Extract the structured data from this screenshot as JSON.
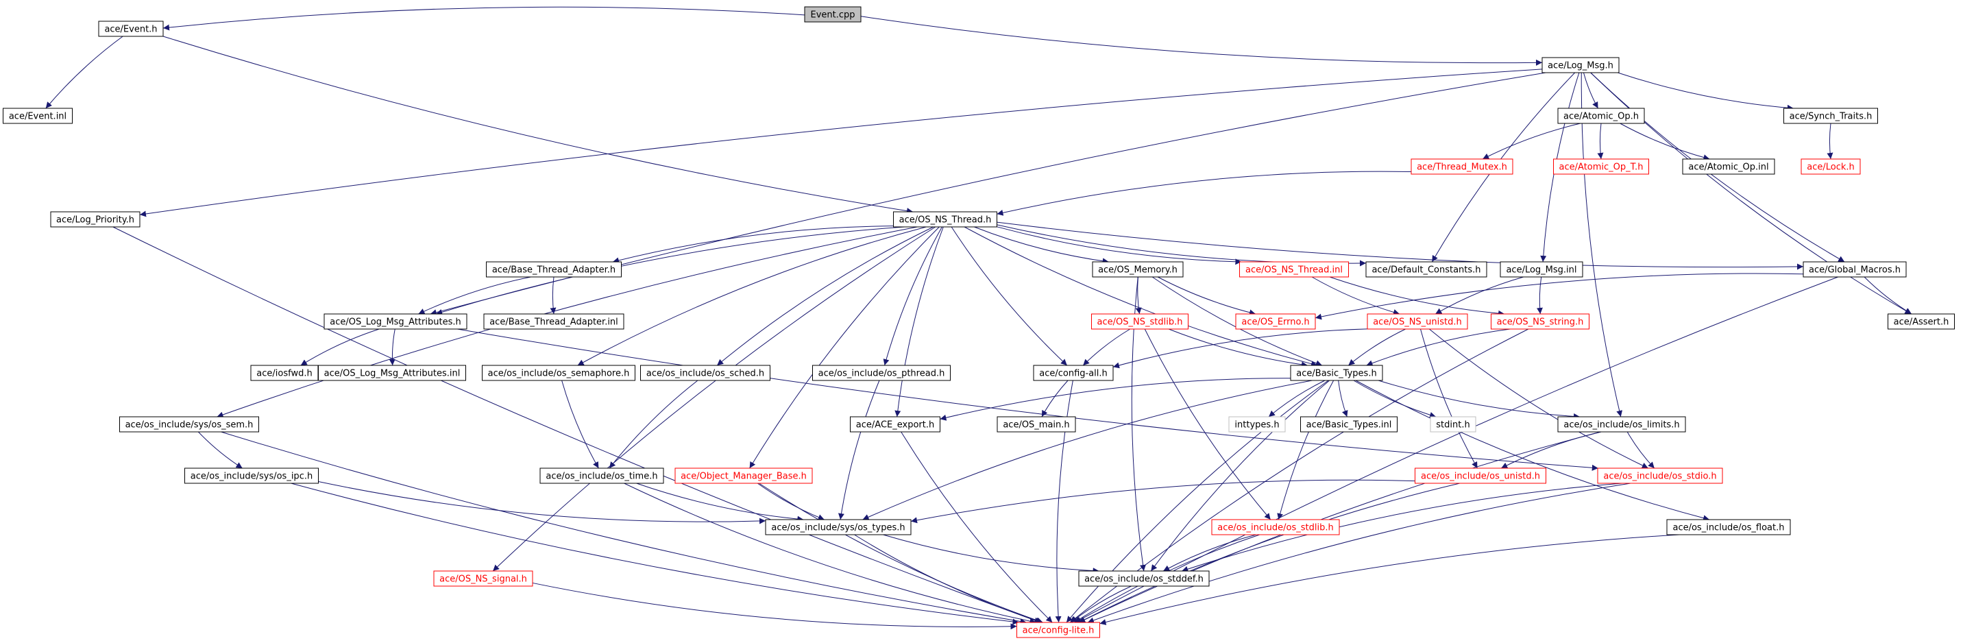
{
  "colors": {
    "edge": "#191970",
    "normal_border": "#000000",
    "incomplete_border": "#ff0000",
    "external_border": "#bfbfbf",
    "root_fill": "#bfbfbf",
    "text_normal": "#000000",
    "text_incomplete": "#ff0000"
  },
  "graph": {
    "nodes": [
      {
        "id": "event_cpp",
        "label": "Event.cpp",
        "kind": "root"
      },
      {
        "id": "event_h",
        "label": "ace/Event.h",
        "kind": "normal"
      },
      {
        "id": "log_msg_h",
        "label": "ace/Log_Msg.h",
        "kind": "normal"
      },
      {
        "id": "event_inl",
        "label": "ace/Event.inl",
        "kind": "normal"
      },
      {
        "id": "atomic_op_h",
        "label": "ace/Atomic_Op.h",
        "kind": "normal"
      },
      {
        "id": "synch_traits_h",
        "label": "ace/Synch_Traits.h",
        "kind": "normal"
      },
      {
        "id": "thread_mutex_h",
        "label": "ace/Thread_Mutex.h",
        "kind": "incomplete"
      },
      {
        "id": "atomic_op_t_h",
        "label": "ace/Atomic_Op_T.h",
        "kind": "incomplete"
      },
      {
        "id": "atomic_op_inl",
        "label": "ace/Atomic_Op.inl",
        "kind": "normal"
      },
      {
        "id": "lock_h",
        "label": "ace/Lock.h",
        "kind": "incomplete"
      },
      {
        "id": "log_priority_h",
        "label": "ace/Log_Priority.h",
        "kind": "normal"
      },
      {
        "id": "os_ns_thread_h",
        "label": "ace/OS_NS_Thread.h",
        "kind": "normal"
      },
      {
        "id": "base_thread_adapter_h",
        "label": "ace/Base_Thread_Adapter.h",
        "kind": "normal"
      },
      {
        "id": "os_memory_h",
        "label": "ace/OS_Memory.h",
        "kind": "normal"
      },
      {
        "id": "os_ns_thread_inl",
        "label": "ace/OS_NS_Thread.inl",
        "kind": "incomplete"
      },
      {
        "id": "default_constants_h",
        "label": "ace/Default_Constants.h",
        "kind": "normal"
      },
      {
        "id": "log_msg_inl",
        "label": "ace/Log_Msg.inl",
        "kind": "normal"
      },
      {
        "id": "global_macros_h",
        "label": "ace/Global_Macros.h",
        "kind": "normal"
      },
      {
        "id": "os_log_msg_attributes_h",
        "label": "ace/OS_Log_Msg_Attributes.h",
        "kind": "normal"
      },
      {
        "id": "base_thread_adapter_inl",
        "label": "ace/Base_Thread_Adapter.inl",
        "kind": "normal"
      },
      {
        "id": "os_ns_stdlib_h",
        "label": "ace/OS_NS_stdlib.h",
        "kind": "incomplete"
      },
      {
        "id": "os_errno_h",
        "label": "ace/OS_Errno.h",
        "kind": "incomplete"
      },
      {
        "id": "os_ns_unistd_h",
        "label": "ace/OS_NS_unistd.h",
        "kind": "incomplete"
      },
      {
        "id": "os_ns_string_h",
        "label": "ace/OS_NS_string.h",
        "kind": "incomplete"
      },
      {
        "id": "assert_h",
        "label": "ace/Assert.h",
        "kind": "normal"
      },
      {
        "id": "iosfwd_h",
        "label": "ace/iosfwd.h",
        "kind": "normal"
      },
      {
        "id": "os_log_msg_attributes_inl",
        "label": "ace/OS_Log_Msg_Attributes.inl",
        "kind": "normal"
      },
      {
        "id": "os_semaphore_h",
        "label": "ace/os_include/os_semaphore.h",
        "kind": "normal"
      },
      {
        "id": "os_sched_h",
        "label": "ace/os_include/os_sched.h",
        "kind": "normal"
      },
      {
        "id": "os_pthread_h",
        "label": "ace/os_include/os_pthread.h",
        "kind": "normal"
      },
      {
        "id": "config_all_h",
        "label": "ace/config-all.h",
        "kind": "normal"
      },
      {
        "id": "basic_types_h",
        "label": "ace/Basic_Types.h",
        "kind": "normal"
      },
      {
        "id": "sys_os_sem_h",
        "label": "ace/os_include/sys/os_sem.h",
        "kind": "normal"
      },
      {
        "id": "ace_export_h",
        "label": "ace/ACE_export.h",
        "kind": "normal"
      },
      {
        "id": "os_main_h",
        "label": "ace/OS_main.h",
        "kind": "normal"
      },
      {
        "id": "inttypes_h",
        "label": "inttypes.h",
        "kind": "external"
      },
      {
        "id": "basic_types_inl",
        "label": "ace/Basic_Types.inl",
        "kind": "normal"
      },
      {
        "id": "stdint_h",
        "label": "stdint.h",
        "kind": "external"
      },
      {
        "id": "os_limits_h",
        "label": "ace/os_include/os_limits.h",
        "kind": "normal"
      },
      {
        "id": "sys_os_ipc_h",
        "label": "ace/os_include/sys/os_ipc.h",
        "kind": "normal"
      },
      {
        "id": "os_time_h",
        "label": "ace/os_include/os_time.h",
        "kind": "normal"
      },
      {
        "id": "object_manager_base_h",
        "label": "ace/Object_Manager_Base.h",
        "kind": "incomplete"
      },
      {
        "id": "os_unistd_h",
        "label": "ace/os_include/os_unistd.h",
        "kind": "incomplete"
      },
      {
        "id": "os_stdio_h",
        "label": "ace/os_include/os_stdio.h",
        "kind": "incomplete"
      },
      {
        "id": "sys_os_types_h",
        "label": "ace/os_include/sys/os_types.h",
        "kind": "normal"
      },
      {
        "id": "os_stdlib_h",
        "label": "ace/os_include/os_stdlib.h",
        "kind": "incomplete"
      },
      {
        "id": "os_float_h",
        "label": "ace/os_include/os_float.h",
        "kind": "normal"
      },
      {
        "id": "os_ns_signal_h",
        "label": "ace/OS_NS_signal.h",
        "kind": "incomplete"
      },
      {
        "id": "os_stddef_h",
        "label": "ace/os_include/os_stddef.h",
        "kind": "normal"
      },
      {
        "id": "config_lite_h",
        "label": "ace/config-lite.h",
        "kind": "incomplete"
      }
    ],
    "edges": [
      [
        "event_cpp",
        "event_h"
      ],
      [
        "event_cpp",
        "log_msg_h"
      ],
      [
        "event_h",
        "event_inl"
      ],
      [
        "event_h",
        "os_ns_thread_h"
      ],
      [
        "log_msg_h",
        "atomic_op_h"
      ],
      [
        "log_msg_h",
        "synch_traits_h"
      ],
      [
        "log_msg_h",
        "log_priority_h"
      ],
      [
        "log_msg_h",
        "default_constants_h"
      ],
      [
        "log_msg_h",
        "log_msg_inl"
      ],
      [
        "log_msg_h",
        "global_macros_h"
      ],
      [
        "log_msg_h",
        "assert_h"
      ],
      [
        "log_msg_h",
        "os_log_msg_attributes_h"
      ],
      [
        "log_msg_h",
        "os_limits_h"
      ],
      [
        "atomic_op_h",
        "thread_mutex_h"
      ],
      [
        "atomic_op_h",
        "atomic_op_t_h"
      ],
      [
        "atomic_op_h",
        "atomic_op_inl"
      ],
      [
        "synch_traits_h",
        "lock_h"
      ],
      [
        "thread_mutex_h",
        "os_ns_thread_h"
      ],
      [
        "log_priority_h",
        "config_lite_h"
      ],
      [
        "os_ns_thread_h",
        "base_thread_adapter_h"
      ],
      [
        "os_ns_thread_h",
        "os_memory_h"
      ],
      [
        "os_ns_thread_h",
        "os_ns_thread_inl"
      ],
      [
        "os_ns_thread_h",
        "default_constants_h"
      ],
      [
        "os_ns_thread_h",
        "global_macros_h"
      ],
      [
        "os_ns_thread_h",
        "sys_os_sem_h"
      ],
      [
        "os_ns_thread_h",
        "os_semaphore_h"
      ],
      [
        "os_ns_thread_h",
        "os_sched_h"
      ],
      [
        "os_ns_thread_h",
        "os_pthread_h"
      ],
      [
        "os_ns_thread_h",
        "config_all_h"
      ],
      [
        "os_ns_thread_h",
        "basic_types_h"
      ],
      [
        "os_ns_thread_h",
        "ace_export_h"
      ],
      [
        "os_ns_thread_h",
        "object_manager_base_h"
      ],
      [
        "os_ns_thread_h",
        "os_ns_signal_h"
      ],
      [
        "os_ns_thread_h",
        "os_log_msg_attributes_h"
      ],
      [
        "base_thread_adapter_h",
        "os_log_msg_attributes_h"
      ],
      [
        "base_thread_adapter_h",
        "base_thread_adapter_inl"
      ],
      [
        "os_memory_h",
        "os_ns_stdlib_h"
      ],
      [
        "os_memory_h",
        "os_errno_h"
      ],
      [
        "os_memory_h",
        "basic_types_h"
      ],
      [
        "os_memory_h",
        "os_stddef_h"
      ],
      [
        "os_ns_thread_inl",
        "os_ns_unistd_h"
      ],
      [
        "os_ns_thread_inl",
        "os_ns_string_h"
      ],
      [
        "log_msg_inl",
        "os_ns_string_h"
      ],
      [
        "log_msg_inl",
        "os_ns_unistd_h"
      ],
      [
        "global_macros_h",
        "assert_h"
      ],
      [
        "global_macros_h",
        "os_errno_h"
      ],
      [
        "global_macros_h",
        "config_lite_h"
      ],
      [
        "os_log_msg_attributes_h",
        "iosfwd_h"
      ],
      [
        "os_log_msg_attributes_h",
        "os_log_msg_attributes_inl"
      ],
      [
        "os_log_msg_attributes_h",
        "os_stdio_h"
      ],
      [
        "os_ns_stdlib_h",
        "config_all_h"
      ],
      [
        "os_ns_stdlib_h",
        "basic_types_h"
      ],
      [
        "os_ns_stdlib_h",
        "os_stdlib_h"
      ],
      [
        "os_ns_unistd_h",
        "config_all_h"
      ],
      [
        "os_ns_unistd_h",
        "basic_types_h"
      ],
      [
        "os_ns_unistd_h",
        "os_unistd_h"
      ],
      [
        "os_ns_unistd_h",
        "os_stdio_h"
      ],
      [
        "os_ns_string_h",
        "basic_types_h"
      ],
      [
        "os_ns_string_h",
        "config_lite_h"
      ],
      [
        "config_all_h",
        "os_main_h"
      ],
      [
        "config_all_h",
        "config_lite_h"
      ],
      [
        "basic_types_h",
        "ace_export_h"
      ],
      [
        "basic_types_h",
        "inttypes_h"
      ],
      [
        "basic_types_h",
        "basic_types_inl"
      ],
      [
        "basic_types_h",
        "stdint_h"
      ],
      [
        "basic_types_h",
        "os_limits_h"
      ],
      [
        "basic_types_h",
        "sys_os_types_h"
      ],
      [
        "basic_types_h",
        "os_stdlib_h"
      ],
      [
        "basic_types_h",
        "os_float_h"
      ],
      [
        "basic_types_h",
        "os_stddef_h"
      ],
      [
        "basic_types_h",
        "config_lite_h"
      ],
      [
        "os_semaphore_h",
        "os_time_h"
      ],
      [
        "os_sched_h",
        "os_time_h"
      ],
      [
        "os_pthread_h",
        "sys_os_types_h"
      ],
      [
        "sys_os_sem_h",
        "sys_os_ipc_h"
      ],
      [
        "sys_os_sem_h",
        "config_lite_h"
      ],
      [
        "sys_os_ipc_h",
        "sys_os_types_h"
      ],
      [
        "sys_os_ipc_h",
        "config_lite_h"
      ],
      [
        "ace_export_h",
        "config_lite_h"
      ],
      [
        "os_limits_h",
        "os_unistd_h"
      ],
      [
        "os_limits_h",
        "os_stdio_h"
      ],
      [
        "os_limits_h",
        "config_lite_h"
      ],
      [
        "os_time_h",
        "sys_os_types_h"
      ],
      [
        "os_time_h",
        "config_lite_h"
      ],
      [
        "object_manager_base_h",
        "sys_os_types_h"
      ],
      [
        "object_manager_base_h",
        "config_lite_h"
      ],
      [
        "os_unistd_h",
        "sys_os_types_h"
      ],
      [
        "os_unistd_h",
        "config_lite_h"
      ],
      [
        "os_stdio_h",
        "os_stddef_h"
      ],
      [
        "os_stdio_h",
        "config_lite_h"
      ],
      [
        "sys_os_types_h",
        "os_stddef_h"
      ],
      [
        "sys_os_types_h",
        "config_lite_h"
      ],
      [
        "os_stdlib_h",
        "os_stddef_h"
      ],
      [
        "os_stdlib_h",
        "config_lite_h"
      ],
      [
        "os_float_h",
        "config_lite_h"
      ],
      [
        "os_ns_signal_h",
        "config_lite_h"
      ],
      [
        "os_stddef_h",
        "config_lite_h"
      ]
    ]
  }
}
